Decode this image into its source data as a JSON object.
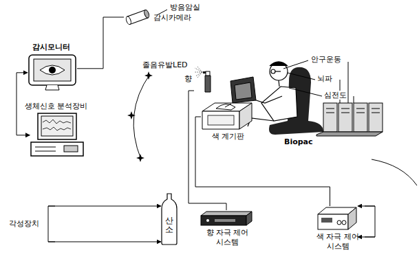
{
  "diagram": {
    "nodes": [
      {
        "text": [
          "감시모니터"
        ]
      },
      {
        "text": [
          "생체신호 분석장비"
        ]
      },
      {
        "text": [
          "감시카메라"
        ]
      },
      {
        "text": [
          "색 계기판"
        ]
      },
      {
        "text": [
          "산소"
        ]
      },
      {
        "text": [
          "향 자극 제어시스템"
        ]
      },
      {
        "text": [
          "색 자극 제어시스템"
        ]
      },
      {
        "text": [
          "향"
        ]
      }
    ],
    "edges": [
      {
        "from": 0,
        "to": 1,
        "arrow": "both"
      },
      {
        "from": 2,
        "to": 0,
        "arrow": "none"
      },
      {
        "from": 3,
        "to": 6,
        "arrow": "none"
      },
      {
        "from": 7,
        "to": 5,
        "arrow": "none"
      }
    ],
    "labels": [
      "방음암실",
      "졸음유발LED",
      "안구운동",
      "뇌파",
      "심전도",
      "Biopac",
      "각성장치"
    ]
  }
}
